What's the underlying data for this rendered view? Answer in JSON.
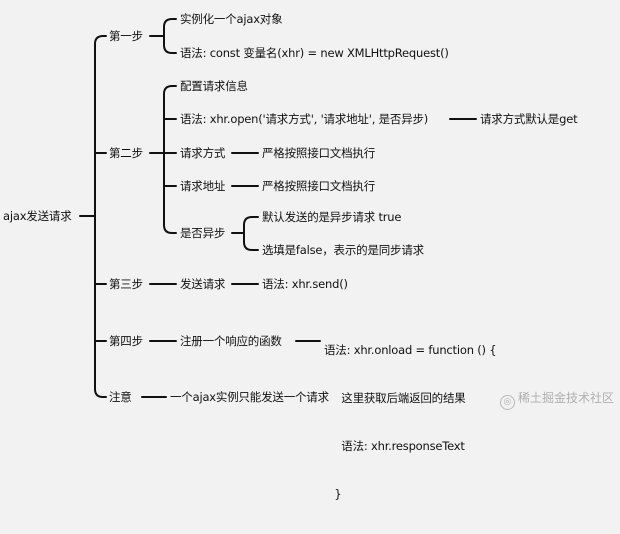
{
  "root": "ajax发送请求",
  "step1": {
    "label": "第一步",
    "items": [
      "实例化一个ajax对象",
      "语法: const 变量名(xhr) = new XMLHttpRequest()"
    ]
  },
  "step2": {
    "label": "第二步",
    "items": [
      "配置请求信息",
      "语法: xhr.open('请求方式', '请求地址', 是否异步)",
      "请求方式",
      "请求地址",
      "是否异步"
    ],
    "open_note": "请求方式默认是get",
    "method_note": "严格按照接口文档执行",
    "url_note": "严格按照接口文档执行",
    "async_notes": [
      "默认发送的是异步请求 true",
      "选填是false，表示的是同步请求"
    ]
  },
  "step3": {
    "label": "第三步",
    "item": "发送请求",
    "note": "语法: xhr.send()"
  },
  "step4": {
    "label": "第四步",
    "item": "注册一个响应的函数",
    "code": [
      "语法: xhr.onload = function () {",
      "     这里获取后端返回的结果",
      "     语法: xhr.responseText",
      "   }"
    ]
  },
  "note": {
    "label": "注意",
    "item": "一个ajax实例只能发送一个请求"
  },
  "watermark": "稀土掘金技术社区"
}
